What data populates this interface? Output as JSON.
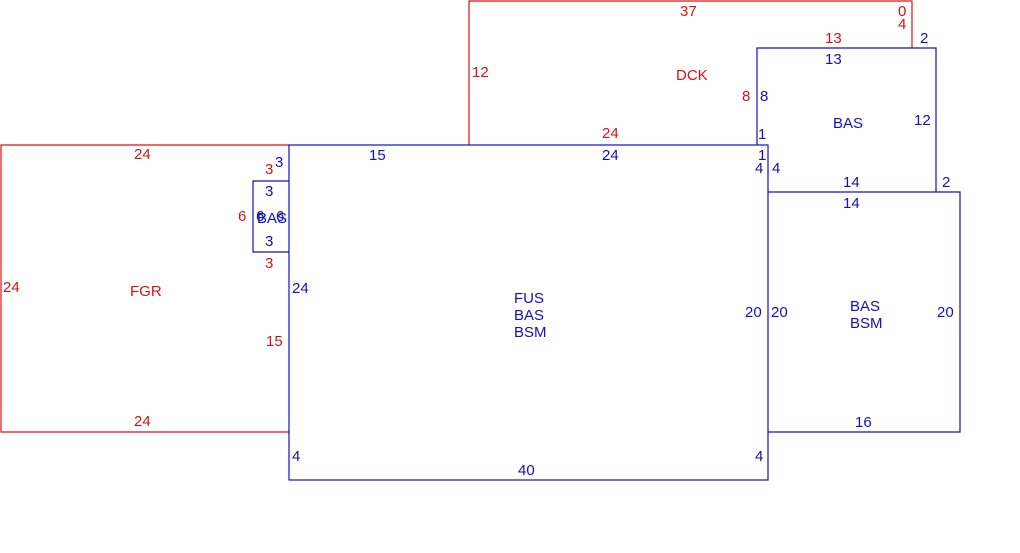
{
  "colors": {
    "existing": "#d41414",
    "new": "#1010c0"
  },
  "areas": {
    "fgr": {
      "codes": [
        "FGR"
      ]
    },
    "dck": {
      "codes": [
        "DCK"
      ]
    },
    "fus": {
      "codes": [
        "FUS",
        "BAS",
        "BSM"
      ]
    },
    "bas_upper": {
      "codes": [
        "BAS"
      ]
    },
    "bas_lower": {
      "codes": [
        "BAS",
        "BSM"
      ]
    },
    "bas_small": {
      "codes": [
        "BAS"
      ]
    }
  },
  "dimensions": {
    "fgr_top": "24",
    "fgr_left": "24",
    "fgr_bottom": "24",
    "fgr_right_lower": "15",
    "fgr_notch_top": "3",
    "fgr_notch_side": "6",
    "fgr_notch_bottom": "3",
    "dck_top": "37",
    "dck_left": "12",
    "dck_bottom": "24",
    "dck_right_seg": "8",
    "dck_step_top": "0",
    "dck_step_side": "4",
    "dck_step_inner": "13",
    "bas_small_top_outer": "3",
    "bas_small_top": "3",
    "bas_small_left": "6",
    "bas_small_right": "6",
    "bas_small_bottom": "3",
    "fus_top_left": "15",
    "fus_top": "24",
    "fus_top_right_corner": "1",
    "fus_left": "24",
    "fus_right": "20",
    "fus_bottom": "40",
    "fus_bottom_left": "4",
    "fus_bottom_right": "4",
    "fus_right_upper": "4",
    "bas_upper_top": "13",
    "bas_upper_step": "2",
    "bas_upper_left": "8",
    "bas_upper_left_bottom": "1",
    "bas_upper_right": "12",
    "bas_upper_bottom": "14",
    "bas_upper_right_low": "4",
    "bas_lower_top": "14",
    "bas_lower_step": "2",
    "bas_lower_left": "20",
    "bas_lower_right": "20",
    "bas_lower_bottom": "16"
  }
}
